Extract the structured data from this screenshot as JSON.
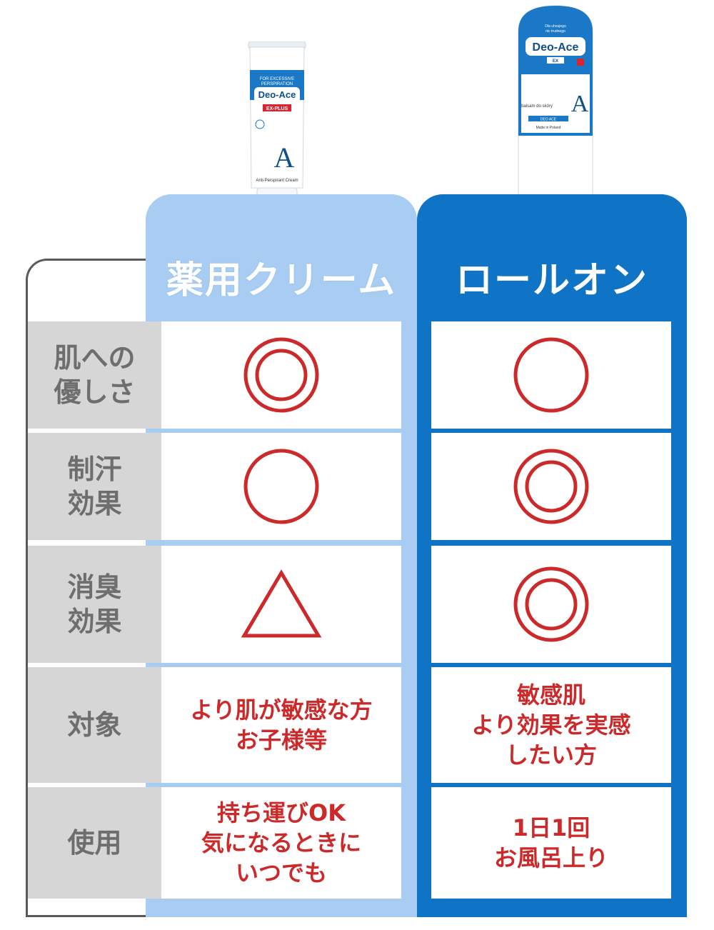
{
  "products": [
    {
      "title": "薬用クリーム",
      "package_brand": "Deo-Ace",
      "package_variant": "EX-PLUS",
      "package_top_text": [
        "FOR EXCESSIVE",
        "PERSPIRATION"
      ],
      "package_bottom_text": "Anti-Perspirant Cream",
      "package_letter": "A"
    },
    {
      "title": "ロールオン",
      "package_brand": "Deo-Ace",
      "package_variant": "EX",
      "package_top_text": [
        "Dla uhoujego",
        "nic trudnego"
      ],
      "package_mid_text": "balsam do skóry",
      "package_label": "DEO ACE",
      "package_bottom_text": "Made in Poland",
      "package_letter": "A"
    }
  ],
  "rows": [
    {
      "label": [
        "肌への",
        "優しさ"
      ],
      "cream": {
        "symbol": "double-circle"
      },
      "roll": {
        "symbol": "circle"
      }
    },
    {
      "label": [
        "制汗",
        "効果"
      ],
      "cream": {
        "symbol": "circle"
      },
      "roll": {
        "symbol": "double-circle"
      }
    },
    {
      "label": [
        "消臭",
        "効果"
      ],
      "cream": {
        "symbol": "triangle"
      },
      "roll": {
        "symbol": "double-circle"
      }
    },
    {
      "label": [
        "対象"
      ],
      "cream": {
        "text": [
          "より肌が敏感な方",
          "お子様等"
        ]
      },
      "roll": {
        "text": [
          "敏感肌",
          "より効果を実感",
          "したい方"
        ]
      }
    },
    {
      "label": [
        "使用"
      ],
      "cream": {
        "text": [
          "持ち運びOK",
          "気になるときに",
          "いつでも"
        ]
      },
      "roll": {
        "text": [
          "1日1回",
          "お風呂上り"
        ]
      }
    }
  ],
  "colors": {
    "cream_column": "#a9cdf2",
    "roll_column": "#0f73c6",
    "label_bg": "#d6d6d6",
    "label_text": "#6e6e6e",
    "mark_red": "#cc2a2a"
  }
}
